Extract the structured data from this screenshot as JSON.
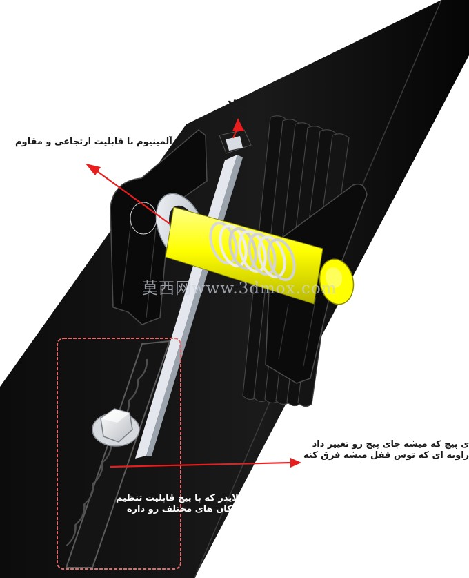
{
  "annotations": {
    "hinge": "لولا",
    "aluminum": "آلمینیوم با قابلیت ارتجاعی و مقاوم",
    "screw_position": {
      "line1": "جای پیچ که میشه جای پیچ رو تغییر داد",
      "line2": "تا زاویه ای که توش قفل میشه فرق کنه"
    },
    "slider": {
      "line1": "اسلایدر که با پیچ قابلیت تنظیم",
      "line2": "در مکان های مختلف رو داره"
    }
  },
  "watermark": "莫西网www.3dmox.com",
  "colors": {
    "body": "#111111",
    "pin": "#ffff00",
    "arrow": "#e81e1e",
    "highlight_box": "#e06a6a",
    "aluminum": "#e4e8ee"
  }
}
